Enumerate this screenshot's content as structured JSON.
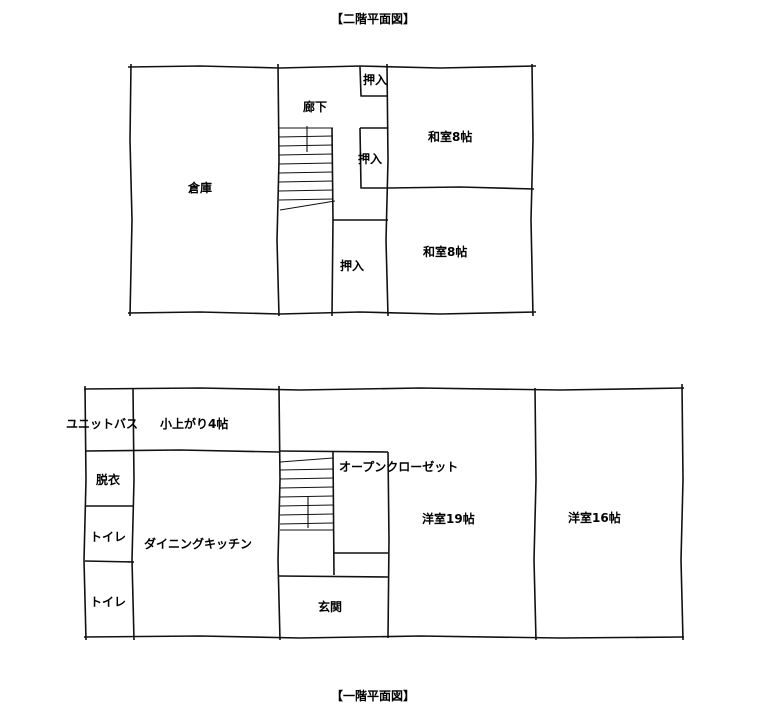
{
  "floor2": {
    "title": "【二階平面図】",
    "rooms": {
      "storage": "倉庫",
      "hallway": "廊下",
      "closet_top": "押入",
      "closet_mid": "押入",
      "closet_bottom": "押入",
      "washitsu_top": "和室8帖",
      "washitsu_bottom": "和室8帖"
    }
  },
  "floor1": {
    "title": "【一階平面図】",
    "rooms": {
      "unit_bath": "ユニットバス",
      "koagari": "小上がり4帖",
      "dressing": "脱衣",
      "toilet_1": "トイレ",
      "toilet_2": "トイレ",
      "dining_kitchen": "ダイニングキッチン",
      "open_closet": "オープンクローゼット",
      "entrance": "玄関",
      "western_19": "洋室19帖",
      "western_16": "洋室16帖"
    }
  }
}
